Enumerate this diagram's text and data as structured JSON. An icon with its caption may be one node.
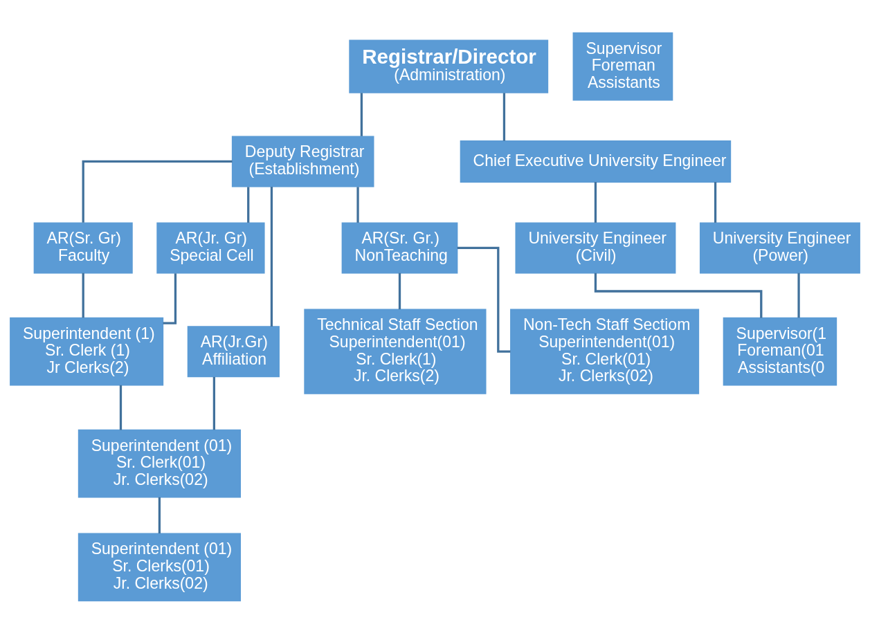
{
  "diagram": {
    "nodes": [
      {
        "text": [
          "Registrar/Director",
          "(Administration)"
        ]
      },
      {
        "text": [
          "Deputy Registrar",
          "(Establishment)"
        ]
      },
      {
        "text": [
          "Chief Executive University Engineer"
        ]
      },
      {
        "text": [
          "AR(Sr. Gr)",
          "Faculty"
        ]
      },
      {
        "text": [
          "AR(Jr. Gr)",
          "Special Cell"
        ]
      },
      {
        "text": [
          "AR(Jr.Gr)",
          "Affiliation"
        ]
      },
      {
        "text": [
          "AR(Sr. Gr.)",
          "NonTeaching"
        ]
      },
      {
        "text": [
          "University Engineer",
          "(Civil)"
        ]
      },
      {
        "text": [
          "University Engineer",
          "(Power)"
        ]
      },
      {
        "text": [
          "Superintendent (1)",
          "Sr. Clerk (1)",
          "Jr Clerks(2)"
        ]
      },
      {
        "text": [
          "Superintendent (01)",
          "Sr. Clerk(01)",
          "Jr. Clerks(02)"
        ]
      },
      {
        "text": [
          "Superintendent (01)",
          "Sr. Clerks(01)",
          "Jr. Clerks(02)"
        ]
      },
      {
        "text": [
          "Technical Staff Section",
          "Superintendent(01)",
          "Sr. Clerk(1)",
          "Jr. Clerks(2)"
        ]
      },
      {
        "text": [
          "Non-Tech Staff Sectiom",
          "Superintendent(01)",
          "Sr. Clerk(01)",
          "Jr. Clerks(02)"
        ]
      },
      {
        "text": [
          "Supervisor(1",
          "Foreman(01",
          "Assistants(0"
        ]
      },
      {
        "text": [
          "Supervisor",
          "Foreman",
          "Assistants"
        ]
      }
    ],
    "edges": [
      {
        "from": 0,
        "to": 1,
        "arrow": "none"
      },
      {
        "from": 0,
        "to": 2,
        "arrow": "none"
      },
      {
        "from": 1,
        "to": 3,
        "arrow": "none"
      },
      {
        "from": 1,
        "to": 4,
        "arrow": "none"
      },
      {
        "from": 1,
        "to": 5,
        "arrow": "none"
      },
      {
        "from": 1,
        "to": 6,
        "arrow": "none"
      },
      {
        "from": 3,
        "to": 9,
        "arrow": "none"
      },
      {
        "from": 4,
        "to": 9,
        "arrow": "none"
      },
      {
        "from": 5,
        "to": 10,
        "arrow": "none"
      },
      {
        "from": 9,
        "to": 10,
        "arrow": "none"
      },
      {
        "from": 10,
        "to": 11,
        "arrow": "none"
      },
      {
        "from": 6,
        "to": 12,
        "arrow": "none"
      },
      {
        "from": 6,
        "to": 13,
        "arrow": "none"
      },
      {
        "from": 2,
        "to": 7,
        "arrow": "none"
      },
      {
        "from": 2,
        "to": 8,
        "arrow": "none"
      },
      {
        "from": 7,
        "to": 14,
        "arrow": "none"
      },
      {
        "from": 8,
        "to": 14,
        "arrow": "none"
      }
    ]
  }
}
